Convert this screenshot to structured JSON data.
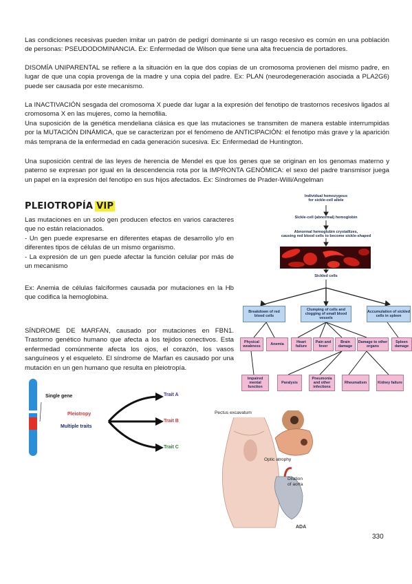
{
  "paragraphs": {
    "p1": "Las condiciones recesivas pueden imitar un patrón de pedigrí dominante si un rasgo recesivo es común en una población de personas: PSEUDODOMINANCIA. Ex: Enfermedad de Wilson que tiene una alta frecuencia de portadores.",
    "p2": "DISOMÍA UNIPARENTAL se refiere a la situación en la que dos copias de un cromosoma provienen del mismo padre, en lugar de que una copia provenga de la madre y una copia del padre. Ex: PLAN (neurodegeneración asociada a PLA2G6) puede ser causada por este mecanismo.",
    "p3a": "La INACTIVACIÓN sesgada del cromosoma X puede dar lugar a la expresión del fenotipo de trastornos recesivos ligados al cromosoma X en las mujeres, como la hemofilia.",
    "p3b": "Una suposición de la genética mendeliana clásica es que las mutaciones se transmiten de manera estable interrumpidas por la MUTACIÓN DINÁMICA, que se caracterizan por el fenómeno de ANTICIPACIÓN: el fenotipo más grave y la aparición más temprana de la enfermedad en cada generación sucesiva. Ex: Enfermedad de Huntington.",
    "p4": "Una suposición central de las leyes de herencia de Mendel es que los genes que se originan en los genomas materno y paterno se expresan por igual en la descendencia rota por la IMPRONTA GENÓMICA: el sexo del padre transmisor juega un papel en la expresión del fenotipo en sus hijos afectados. Ex: Síndromes de Prader-Willi/Angelman"
  },
  "heading": {
    "title": "PLEIOTROPÍA",
    "badge": "VIP"
  },
  "pleiotropy": {
    "l1": "Las mutaciones en un solo gen producen efectos en varios caracteres que no están relacionados.",
    "l2": "- Un gen puede expresarse en diferentes etapas de desarrollo y/o en diferentes tipos de células de un mismo organismo.",
    "l3": "- La expresión de un gen puede afectar la función celular por más de un mecanismo",
    "example": "Ex: Anemia de células falciformes causada por mutaciones en la Hb que codifica la hemoglobina.",
    "marfan": "SÍNDROME DE MARFAN, causado por mutaciones en FBN1. Trastorno genético humano que afecta a los tejidos conectivos. Esta enfermedad comúnmente afecta los ojos, el corazón, los vasos sanguíneos y el esqueleto. El síndrome de Marfan es causado por una mutación en un gen humano que resulta en pleiotropía."
  },
  "flowchart": {
    "top1": "Individual homozygous",
    "top2": "for sickle-cell allele",
    "hb": "Sickle-cell (abnormal) hemoglobin",
    "cryst1": "Abnormal hemoglobin crystallizes,",
    "cryst2": "causing red blood cells to become sickle-shaped",
    "cells": "Sickled cells",
    "b1": "Breakdown of red blood cells",
    "b2": "Clumping of cells and clogging of small blood vessels",
    "b3": "Accumulation of sickled cells in spleen",
    "e1": "Physical weakness",
    "e2": "Anemia",
    "e3": "Heart failure",
    "e4": "Pain and fever",
    "e5": "Brain damage",
    "e6": "Damage to other organs",
    "e7": "Spleen damage",
    "f1": "Impaired mental function",
    "f2": "Paralysis",
    "f3": "Pneumonia and other infections",
    "f4": "Rheumatism",
    "f5": "Kidney failure"
  },
  "gene_diagram": {
    "single": "Single gene",
    "pleio": "Pleiotropy",
    "multi": "Multiple traits",
    "ta": "Trait A",
    "tb": "Trait B",
    "tc": "Trait C"
  },
  "marfan_figure": {
    "pectus": "Pectus excavatum",
    "optic": "Optic atrophy",
    "dil1": "Dilation",
    "dil2": "of aorta",
    "logo": "ADA"
  },
  "page_number": "330",
  "colors": {
    "highlight": "#f7ee2a",
    "box_blue": "#bcd6ef",
    "box_pink": "#f2bcd4",
    "trait_a": "#3a2bd6",
    "trait_b": "#e0312b",
    "trait_c": "#2f7d2f"
  }
}
